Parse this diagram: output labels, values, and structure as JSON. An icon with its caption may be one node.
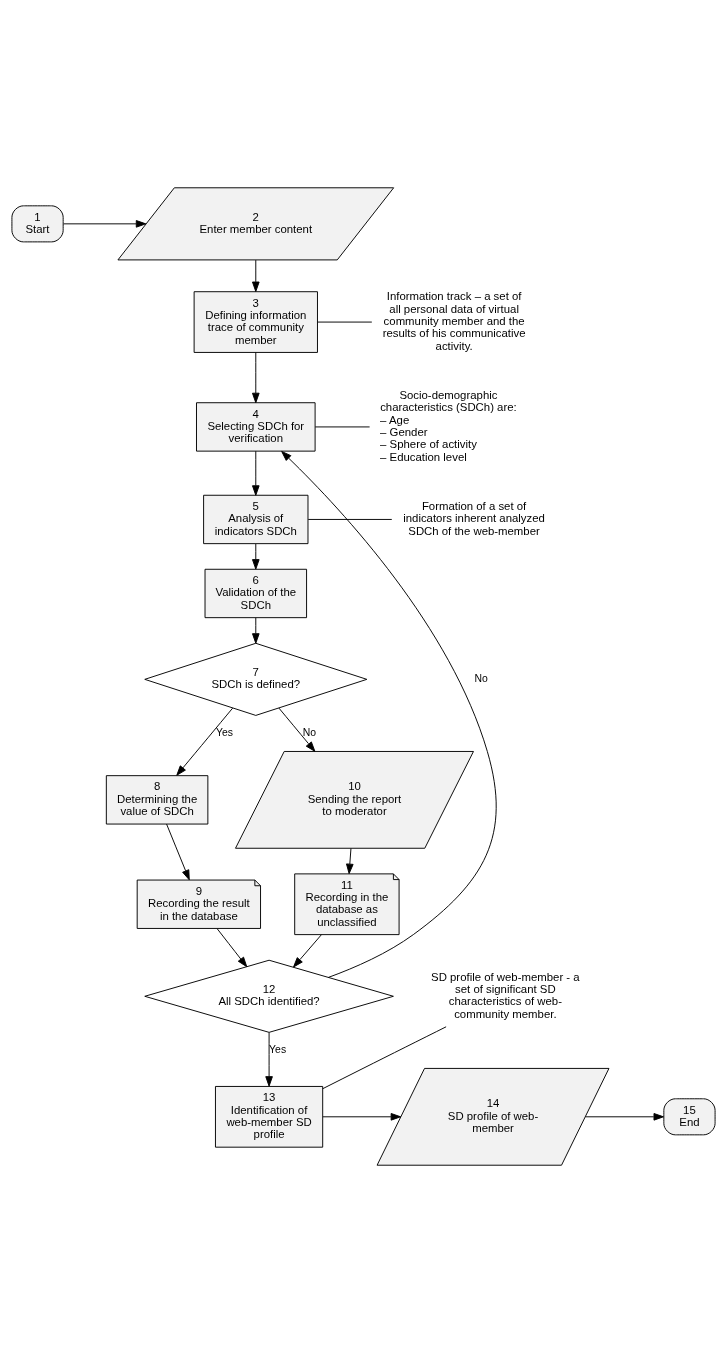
{
  "diagram": {
    "nodes": [
      {
        "text": [
          "1",
          "Start"
        ]
      },
      {
        "text": [
          "2",
          "Enter member content"
        ]
      },
      {
        "text": [
          "Information track – a set of all personal data of virtual community member and the results of his communicative activity."
        ]
      },
      {
        "text": [
          "3",
          "Defining information trace of community member"
        ]
      },
      {
        "text": [
          "Socio-demographic characteristics (SDCh) are:",
          "– Age",
          "– Gender",
          "– Sphere of activity",
          "– Education level"
        ]
      },
      {
        "text": [
          "4",
          "Selecting SDCh for verification"
        ]
      },
      {
        "text": [
          "Formation of a set of indicators inherent analyzed SDCh of the web-member"
        ]
      },
      {
        "text": [
          "5",
          "Analysis of indicators SDCh"
        ]
      },
      {
        "text": [
          "6",
          "Validation of the SDCh"
        ]
      },
      {
        "text": [
          "7",
          "SDCh is defined?"
        ]
      },
      {
        "text": [
          "8",
          "Determining the value of SDCh"
        ]
      },
      {
        "text": [
          "10",
          "Sending the report to moderator"
        ]
      },
      {
        "text": [
          "9",
          "Recording the result in the database"
        ]
      },
      {
        "text": [
          "11",
          "Recording in the database as unclassified"
        ]
      },
      {
        "text": [
          "SD profile of web-member - a set of significant SD characteristics of web-community member."
        ]
      },
      {
        "text": [
          "12",
          "All SDCh identified?"
        ]
      },
      {
        "text": [
          "13",
          "Identification of web-member SD profile"
        ]
      },
      {
        "text": [
          "14",
          "SD profile of web-member"
        ]
      },
      {
        "text": [
          "15",
          "End"
        ]
      }
    ],
    "edges": [
      {
        "from": 0,
        "to": 1,
        "arrow": "to"
      },
      {
        "from": 1,
        "to": 3,
        "arrow": "to"
      },
      {
        "from": 2,
        "to": 3,
        "arrow": "none"
      },
      {
        "from": 3,
        "to": 5,
        "arrow": "to"
      },
      {
        "from": 4,
        "to": 5,
        "arrow": "none"
      },
      {
        "from": 5,
        "to": 7,
        "arrow": "to"
      },
      {
        "from": 6,
        "to": 7,
        "arrow": "none"
      },
      {
        "from": 7,
        "to": 8,
        "arrow": "to"
      },
      {
        "from": 8,
        "to": 9,
        "arrow": "to"
      },
      {
        "from": 9,
        "to": 10,
        "label": "Yes",
        "arrow": "to"
      },
      {
        "from": 9,
        "to": 11,
        "label": "No",
        "arrow": "to"
      },
      {
        "from": 10,
        "to": 12,
        "arrow": "to"
      },
      {
        "from": 11,
        "to": 13,
        "arrow": "to"
      },
      {
        "from": 12,
        "to": 15,
        "arrow": "to"
      },
      {
        "from": 13,
        "to": 15,
        "arrow": "to"
      },
      {
        "from": 15,
        "to": 16,
        "label": "Yes",
        "arrow": "to"
      },
      {
        "from": 15,
        "to": 5,
        "label": "No",
        "arrow": "to"
      },
      {
        "from": 14,
        "to": 16,
        "arrow": "none"
      },
      {
        "from": 16,
        "to": 17,
        "arrow": "to"
      },
      {
        "from": 17,
        "to": 18,
        "arrow": "to"
      }
    ]
  }
}
